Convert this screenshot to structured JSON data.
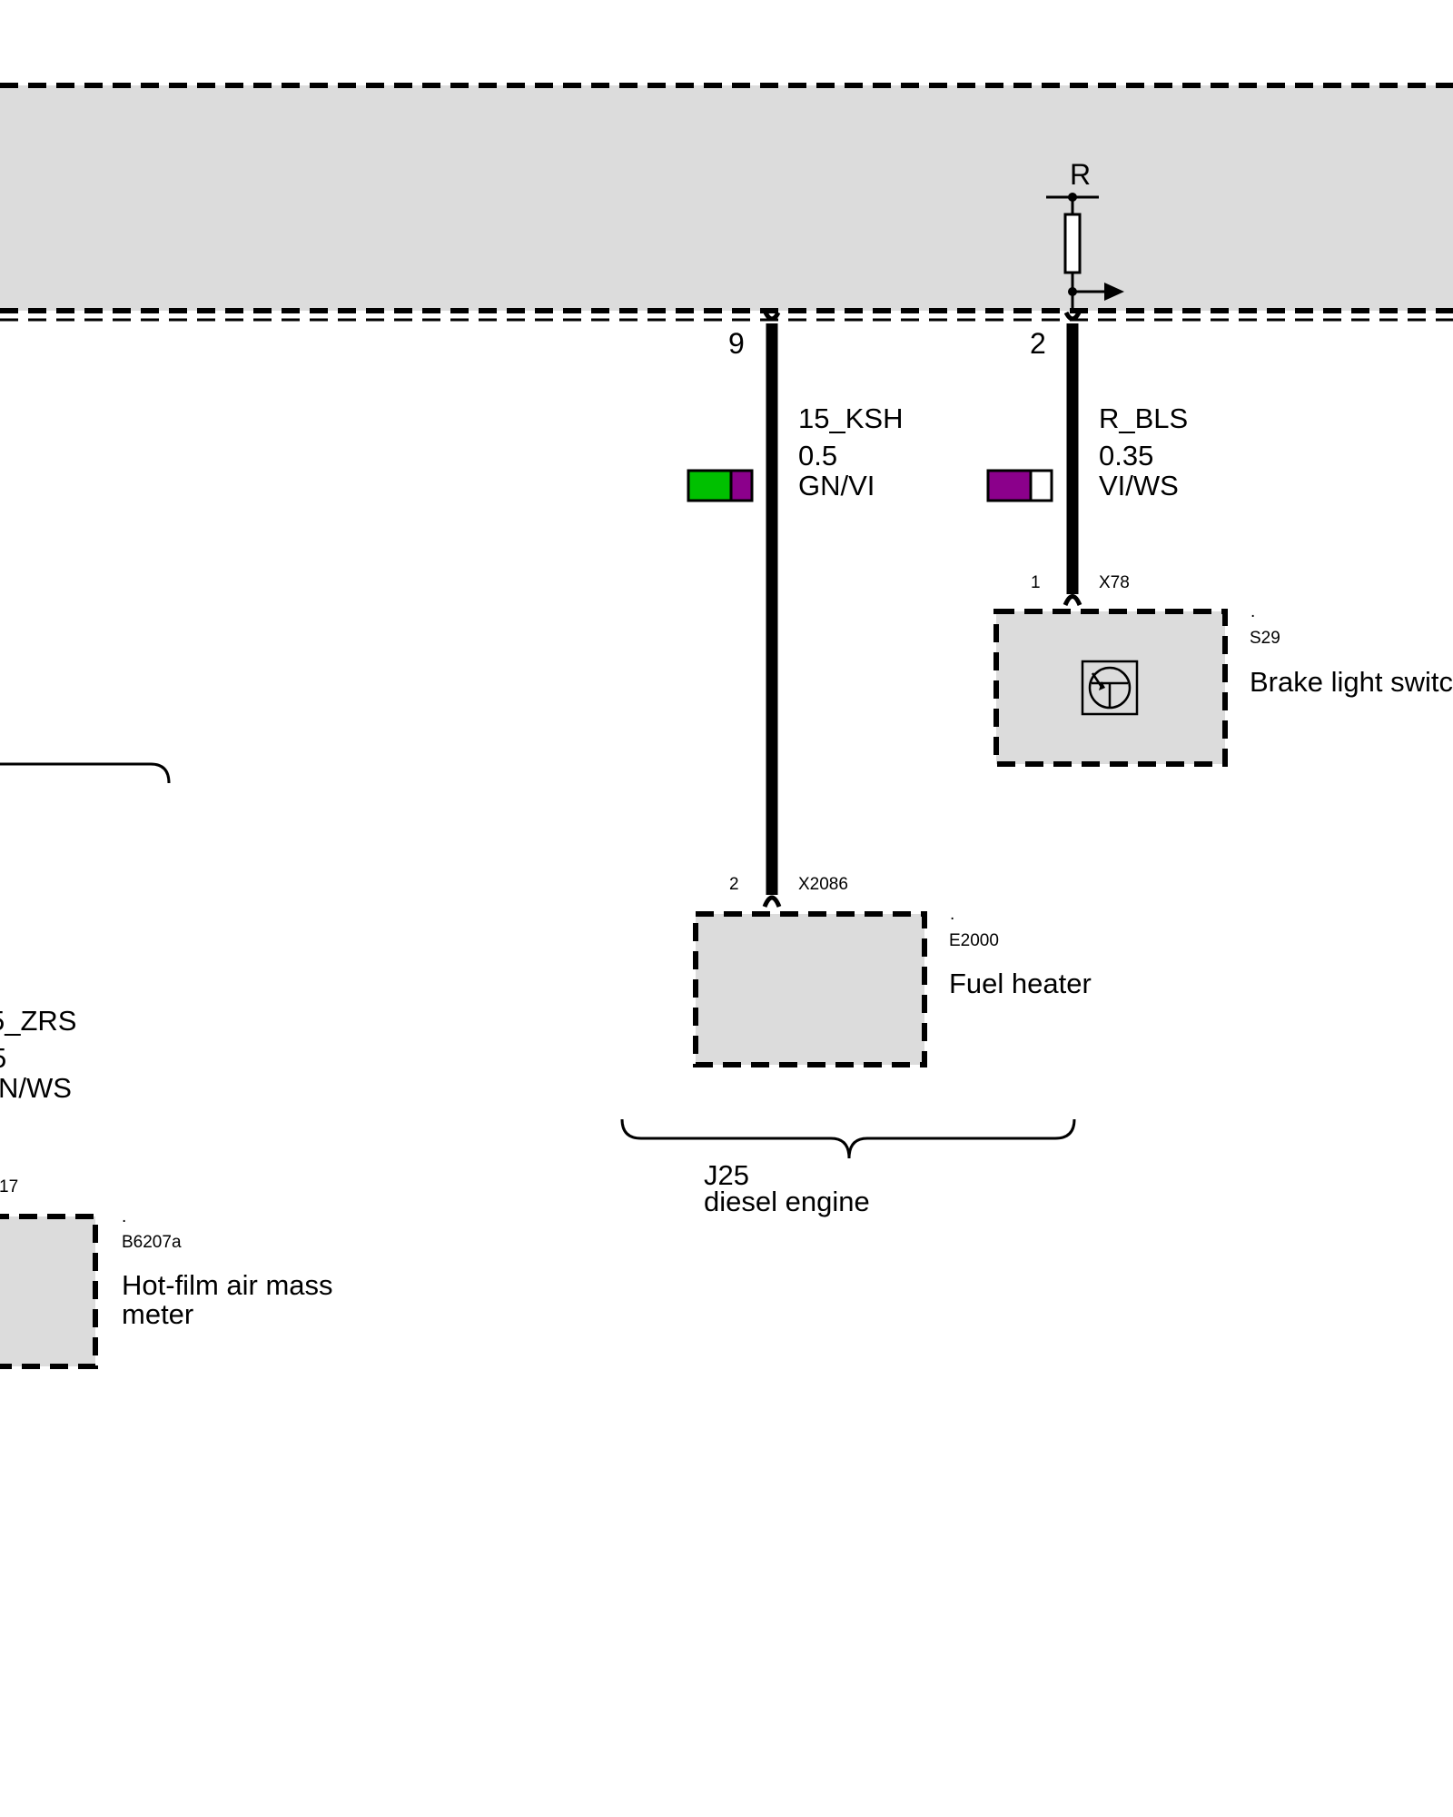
{
  "control_unit": {
    "resistor_label": "R"
  },
  "wires": [
    {
      "pin": "9",
      "signal": "15_KSH",
      "cross_section": "0.5",
      "color_code": "GN/VI",
      "color_1": "#00c000",
      "color_2": "#8b008b"
    },
    {
      "pin": "2",
      "signal": "R_BLS",
      "cross_section": "0.35",
      "color_code": "VI/WS",
      "color_1": "#8b008b",
      "color_2": "#ffffff"
    },
    {
      "signal": "5_ZRS",
      "cross_section": "5",
      "color_code": "N/WS"
    }
  ],
  "components": [
    {
      "connector_pin": "1",
      "connector": "X78",
      "dot": ".",
      "code": "S29",
      "name": "Brake light switc"
    },
    {
      "connector_pin": "2",
      "connector": "X2086",
      "dot": ".",
      "code": "E2000",
      "name": "Fuel heater"
    },
    {
      "connector": "17",
      "dot": ".",
      "code": "B6207a",
      "name_line1": "Hot-film air mass",
      "name_line2": "meter"
    }
  ],
  "groups": [
    {
      "code": "J25",
      "name": "diesel engine"
    }
  ]
}
